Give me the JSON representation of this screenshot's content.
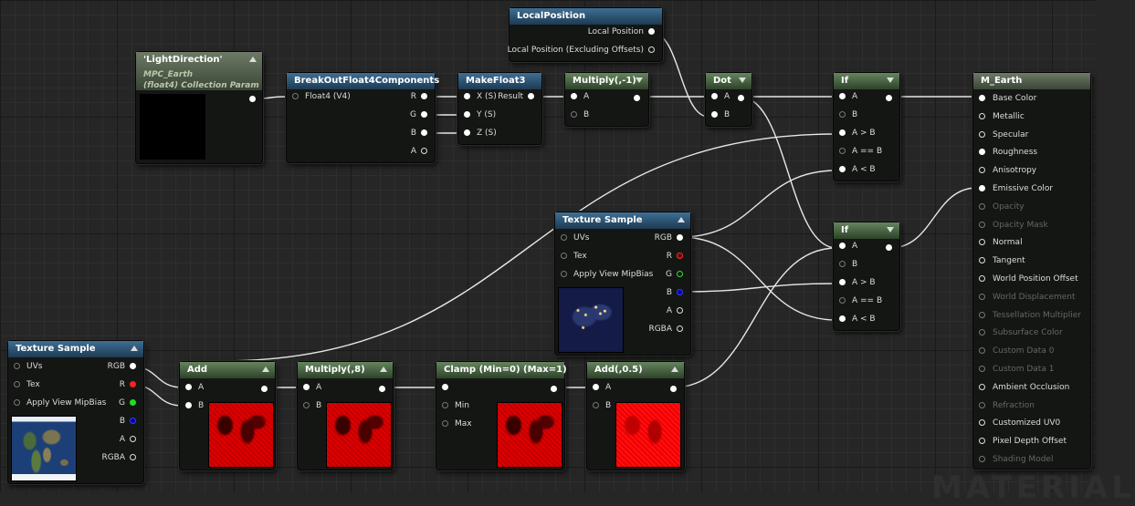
{
  "watermark": "MATERIAL",
  "nodes": {
    "light_direction": {
      "title": "'LightDirection'",
      "subtitle1": "MPC_Earth",
      "subtitle2": "(float4) Collection Param"
    },
    "breakout": {
      "title": "BreakOutFloat4Components",
      "input": "Float4 (V4)",
      "outputs": [
        "R",
        "G",
        "B",
        "A"
      ]
    },
    "makefloat3": {
      "title": "MakeFloat3",
      "inputs": [
        "X (S)",
        "Y (S)",
        "Z (S)"
      ],
      "output": "Result"
    },
    "multiply_neg": {
      "title": "Multiply(,-1)",
      "inputs": [
        "A",
        "B"
      ]
    },
    "local_position": {
      "title": "LocalPosition",
      "outputs": [
        "Local Position",
        "Local Position (Excluding Offsets)"
      ]
    },
    "dot": {
      "title": "Dot",
      "inputs": [
        "A",
        "B"
      ]
    },
    "if_top": {
      "title": "If",
      "inputs": [
        "A",
        "B",
        "A > B",
        "A == B",
        "A < B"
      ]
    },
    "if_bottom": {
      "title": "If",
      "inputs": [
        "A",
        "B",
        "A > B",
        "A == B",
        "A < B"
      ]
    },
    "tex_sample_mid": {
      "title": "Texture Sample",
      "inputs": [
        "UVs",
        "Tex",
        "Apply View MipBias"
      ],
      "outputs": [
        "RGB",
        "R",
        "G",
        "B",
        "A",
        "RGBA"
      ]
    },
    "tex_sample_left": {
      "title": "Texture Sample",
      "inputs": [
        "UVs",
        "Tex",
        "Apply View MipBias"
      ],
      "outputs": [
        "RGB",
        "R",
        "G",
        "B",
        "A",
        "RGBA"
      ]
    },
    "add": {
      "title": "Add",
      "inputs": [
        "A",
        "B"
      ]
    },
    "multiply_8": {
      "title": "Multiply(,8)",
      "inputs": [
        "A",
        "B"
      ]
    },
    "clamp": {
      "title": "Clamp (Min=0) (Max=1)",
      "inputs": [
        "",
        "Min",
        "Max"
      ]
    },
    "add_05": {
      "title": "Add(,0.5)",
      "inputs": [
        "A",
        "B"
      ]
    },
    "m_earth": {
      "title": "M_Earth",
      "pins": [
        {
          "label": "Base Color",
          "active": true
        },
        {
          "label": "Metallic",
          "active": true
        },
        {
          "label": "Specular",
          "active": true
        },
        {
          "label": "Roughness",
          "active": true
        },
        {
          "label": "Anisotropy",
          "active": true
        },
        {
          "label": "Emissive Color",
          "active": true
        },
        {
          "label": "Opacity",
          "active": false
        },
        {
          "label": "Opacity Mask",
          "active": false
        },
        {
          "label": "Normal",
          "active": true
        },
        {
          "label": "Tangent",
          "active": true
        },
        {
          "label": "World Position Offset",
          "active": true
        },
        {
          "label": "World Displacement",
          "active": false
        },
        {
          "label": "Tessellation Multiplier",
          "active": false
        },
        {
          "label": "Subsurface Color",
          "active": false
        },
        {
          "label": "Custom Data 0",
          "active": false
        },
        {
          "label": "Custom Data 1",
          "active": false
        },
        {
          "label": "Ambient Occlusion",
          "active": true
        },
        {
          "label": "Refraction",
          "active": false
        },
        {
          "label": "Customized UV0",
          "active": true
        },
        {
          "label": "Pixel Depth Offset",
          "active": true
        },
        {
          "label": "Shading Model",
          "active": false
        }
      ]
    }
  },
  "colors": {
    "wire": "#e6e6e6",
    "header_blue": "#2c5678",
    "header_green": "#4a6745",
    "background": "#262626"
  }
}
